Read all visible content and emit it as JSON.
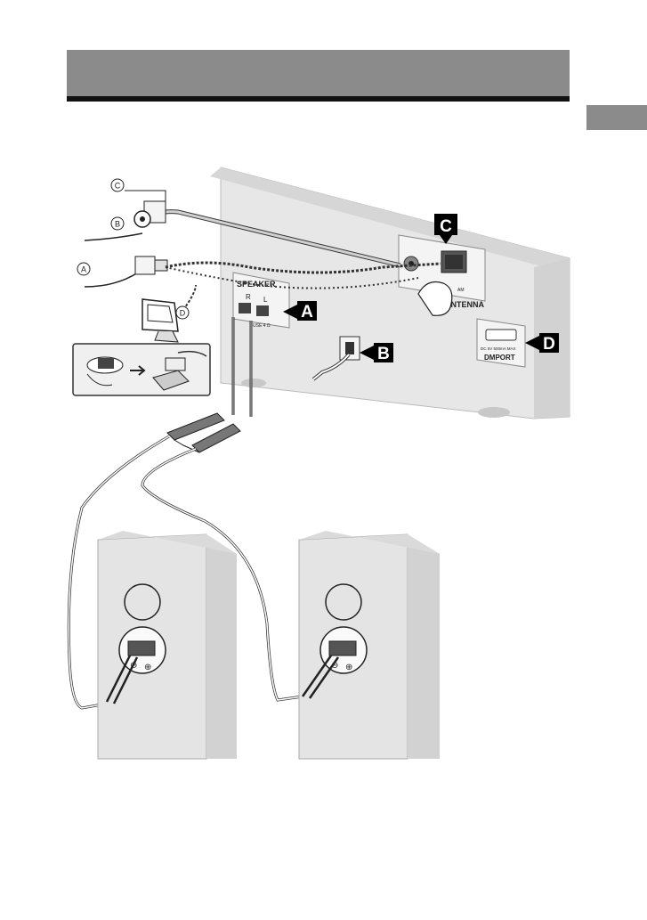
{
  "callouts": {
    "A": "A",
    "B": "B",
    "C": "C",
    "D": "D"
  },
  "circle_labels": {
    "A": "A",
    "B": "B",
    "C": "C",
    "D": "D"
  },
  "panel_text": {
    "speaker": "SPEAKER",
    "r": "R",
    "l": "L",
    "speaker_note": "USE 4 Ω",
    "am": "AM",
    "antenna": "ANTENNA",
    "dmport_spec": "DC 5V 500mA MAX",
    "dmport": "DMPORT"
  },
  "speaker_terminals": {
    "minus": "⊖",
    "plus": "⊕"
  },
  "colors": {
    "header": "#8b8b8b",
    "rule": "#111111",
    "panel": "#e6e6e6",
    "panel_dark": "#c9c9c9",
    "callout_bg": "#000000"
  }
}
